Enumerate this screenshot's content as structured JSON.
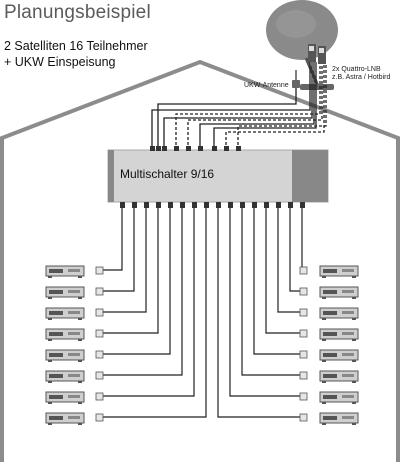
{
  "title": "Planungsbeispiel",
  "subtitle_line1": "2 Satelliten 16 Teilnehmer",
  "subtitle_line2": "+ UKW Einspeisung",
  "lnb_label_line1": "2x Quattro-LNB",
  "lnb_label_line2": "z.B. Astra / Hotbird",
  "ukw_label": "UKW-Antenne",
  "multiswitch_label": "Multischalter 9/16",
  "receivers_per_side": 8,
  "colors": {
    "house_outline": "#8c8c8c",
    "switch_body": "#d4d4d4",
    "switch_panel": "#888888",
    "dish": "#8a8a8a",
    "cable": "#222222"
  },
  "icons": [
    "satellite-dish-icon",
    "lnb-icon",
    "ukw-antenna-icon",
    "receiver-icon",
    "wall-socket-icon"
  ]
}
